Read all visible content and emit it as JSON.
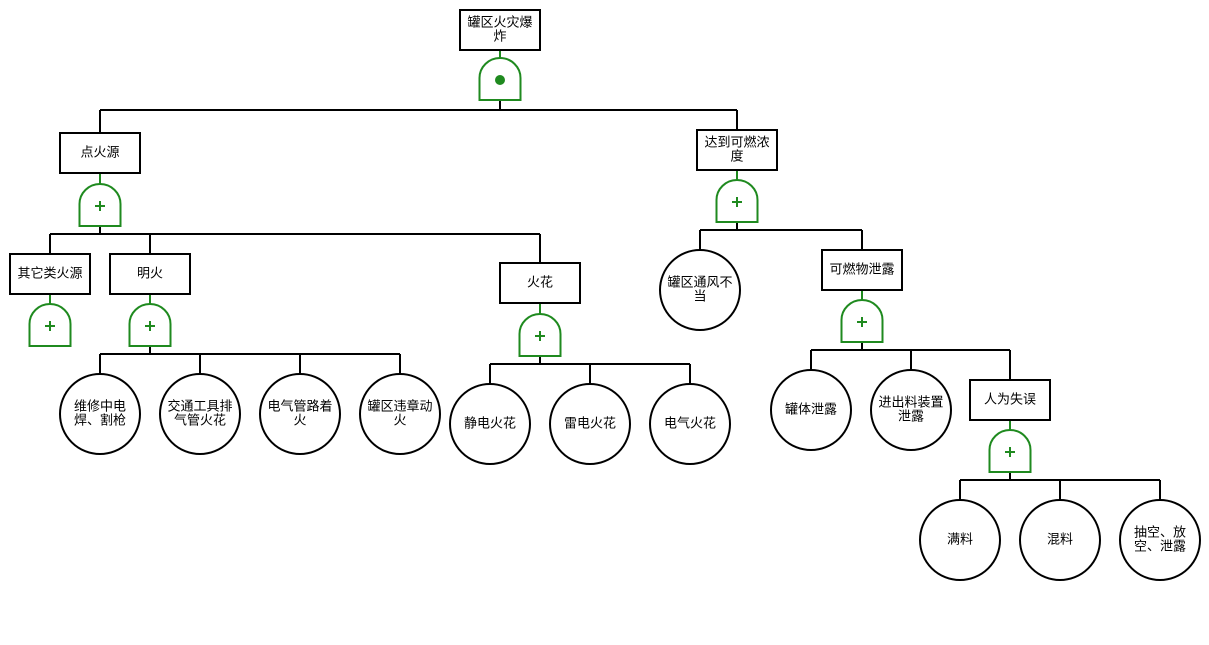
{
  "diagram": {
    "type": "fault-tree",
    "gate_icons": {
      "and": "and-gate-icon",
      "or": "or-gate-icon"
    },
    "nodes": {
      "top": {
        "label": "罐区火灾爆炸",
        "shape": "event",
        "gate": "and",
        "children": [
          "ignition",
          "concentration"
        ]
      },
      "ignition": {
        "label": "点火源",
        "shape": "event",
        "gate": "or",
        "children": [
          "other_fire",
          "open_flame",
          "spark"
        ]
      },
      "other_fire": {
        "label": "其它类火源",
        "shape": "event",
        "gate": "or",
        "children": []
      },
      "open_flame": {
        "label": "明火",
        "shape": "event",
        "gate": "or",
        "children": [
          "weld",
          "exhaust",
          "pipe_fire",
          "violation"
        ]
      },
      "weld": {
        "label": "维修中电焊、割枪",
        "shape": "basic"
      },
      "exhaust": {
        "label": "交通工具排气管火花",
        "shape": "basic"
      },
      "pipe_fire": {
        "label": "电气管路着火",
        "shape": "basic"
      },
      "violation": {
        "label": "罐区违章动火",
        "shape": "basic"
      },
      "spark": {
        "label": "火花",
        "shape": "event",
        "gate": "or",
        "children": [
          "static_spark",
          "lightning_spark",
          "electric_spark"
        ]
      },
      "static_spark": {
        "label": "静电火花",
        "shape": "basic"
      },
      "lightning_spark": {
        "label": "雷电火花",
        "shape": "basic"
      },
      "electric_spark": {
        "label": "电气火花",
        "shape": "basic"
      },
      "concentration": {
        "label": "达到可燃浓度",
        "shape": "event",
        "gate": "or",
        "children": [
          "ventilation",
          "leak"
        ]
      },
      "ventilation": {
        "label": "罐区通风不当",
        "shape": "basic"
      },
      "leak": {
        "label": "可燃物泄露",
        "shape": "event",
        "gate": "or",
        "children": [
          "tank_leak",
          "feed_leak",
          "human_error"
        ]
      },
      "tank_leak": {
        "label": "罐体泄露",
        "shape": "basic"
      },
      "feed_leak": {
        "label": "进出料装置泄露",
        "shape": "basic"
      },
      "human_error": {
        "label": "人为失误",
        "shape": "event",
        "gate": "or",
        "children": [
          "overfill",
          "mixing",
          "evacuate"
        ]
      },
      "overfill": {
        "label": "满料",
        "shape": "basic"
      },
      "mixing": {
        "label": "混料",
        "shape": "basic"
      },
      "evacuate": {
        "label": "抽空、放空、泄露",
        "shape": "basic"
      }
    }
  },
  "colors": {
    "gate": "#1f8a1f",
    "line": "#000000",
    "fill": "#ffffff"
  }
}
